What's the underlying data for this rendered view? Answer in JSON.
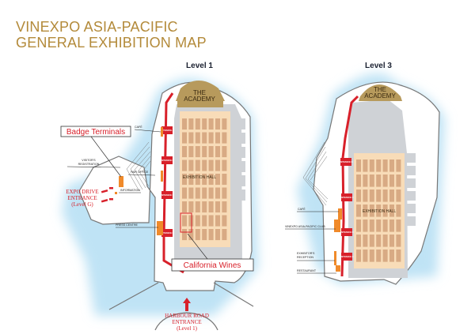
{
  "title": {
    "line1": "VINEXPO ASIA-PACIFIC",
    "line2": "GENERAL EXHIBITION MAP"
  },
  "colors": {
    "title": "#b38a3a",
    "route_red": "#d8202a",
    "hall_fill": "#f8dcb8",
    "booth_fill": "#d8aa84",
    "academy": "#b79a5c",
    "facility_orange": "#f08a2a",
    "floor_grey": "#cfd2d6",
    "water_blue": "#bfe3f5"
  },
  "level1": {
    "heading": "Level 1",
    "academy": [
      "THE",
      "ACADEMY"
    ],
    "hall_label": "EXHIBITION HALL",
    "entrances": [
      "ENTRANCE A",
      "ENTRANCE B",
      "ENTRANCE C",
      "ENTRANCE D"
    ],
    "labels": {
      "cafe": "CAFÉ",
      "visitors_registration": [
        "VISITOR'S",
        "REGISTRATION"
      ],
      "office": "FAIR OFFICE",
      "information": "INFORMATION",
      "press_centre": "PRESS CENTRE"
    },
    "expo_drive": [
      "EXPO DRIVE",
      "ENTRANCE",
      "(Level G)"
    ],
    "harbour_road": [
      "HARBOUR ROAD",
      "ENTRANCE",
      "(Level 1)"
    ],
    "callouts": {
      "badge_terminals": "Badge Terminals",
      "california_wines": "California Wines"
    }
  },
  "level3": {
    "heading": "Level 3",
    "academy": [
      "THE",
      "ACADEMY"
    ],
    "hall_label": "EXHIBITION HALL",
    "entrances": [
      "ENTRANCE B",
      "ENTRANCE C",
      "ENTRANCE D",
      "ENTRANCE E"
    ],
    "labels": {
      "cafe": "CAFÉ",
      "club": "VINEXPO ASIA-PACIFIC CLUB",
      "exhibitors_reception": [
        "EXHIBITOR'S",
        "RECEPTION"
      ],
      "restaurant": "RESTAURANT"
    }
  }
}
